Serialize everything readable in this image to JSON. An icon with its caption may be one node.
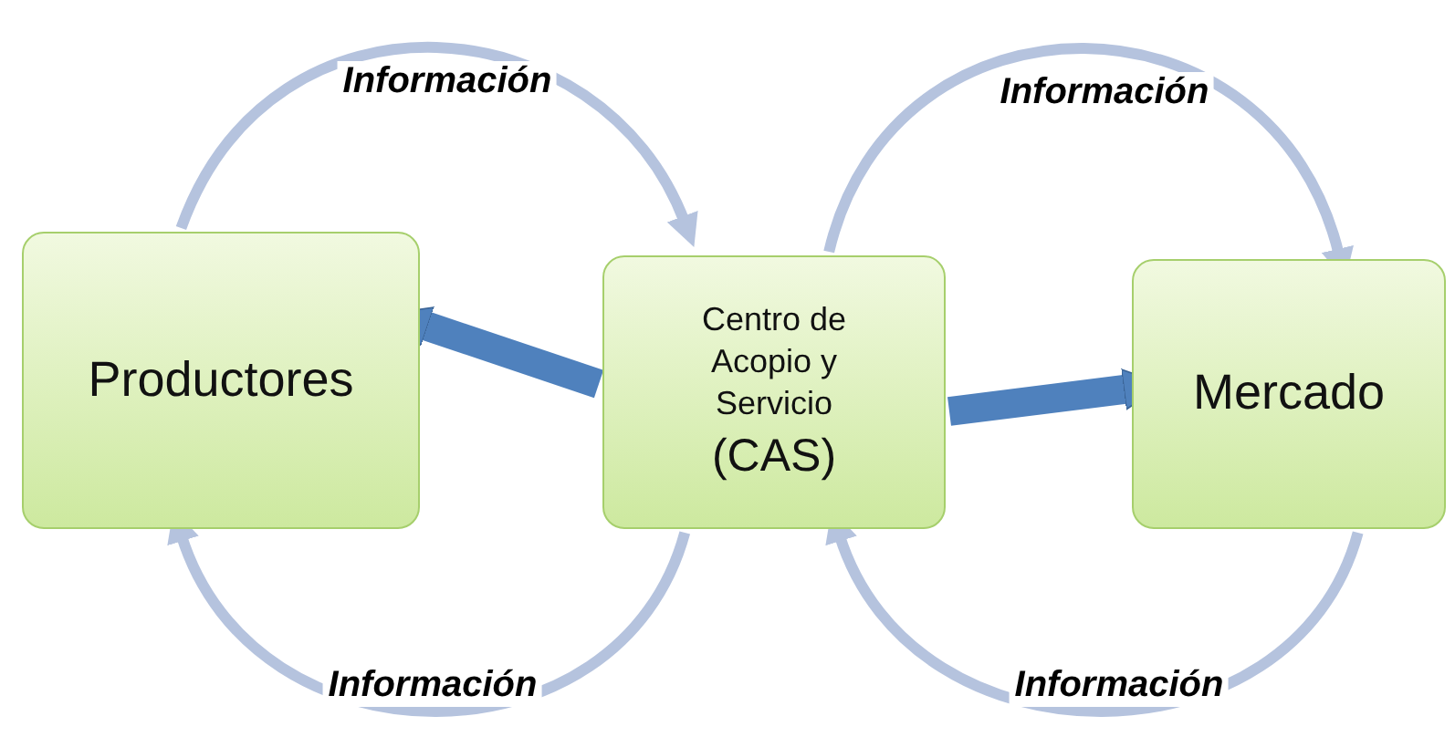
{
  "diagram": {
    "nodes": [
      {
        "text": [
          "Productores"
        ]
      },
      {
        "text": [
          "Centro de Acopio y Servicio",
          "(CAS)"
        ]
      },
      {
        "text": [
          "Mercado"
        ]
      }
    ],
    "edges": [
      {
        "from": 0,
        "to": 1,
        "arrow": "to",
        "label": "Información"
      },
      {
        "from": 1,
        "to": 2,
        "arrow": "to",
        "label": "Información"
      },
      {
        "from": 1,
        "to": 0,
        "arrow": "to",
        "label": "Información"
      },
      {
        "from": 2,
        "to": 1,
        "arrow": "to",
        "label": "Información"
      },
      {
        "from": 1,
        "to": 0,
        "arrow": "to",
        "style": "thick",
        "color": "#4f81bd"
      },
      {
        "from": 1,
        "to": 2,
        "arrow": "to",
        "style": "thick",
        "color": "#4f81bd"
      }
    ]
  }
}
